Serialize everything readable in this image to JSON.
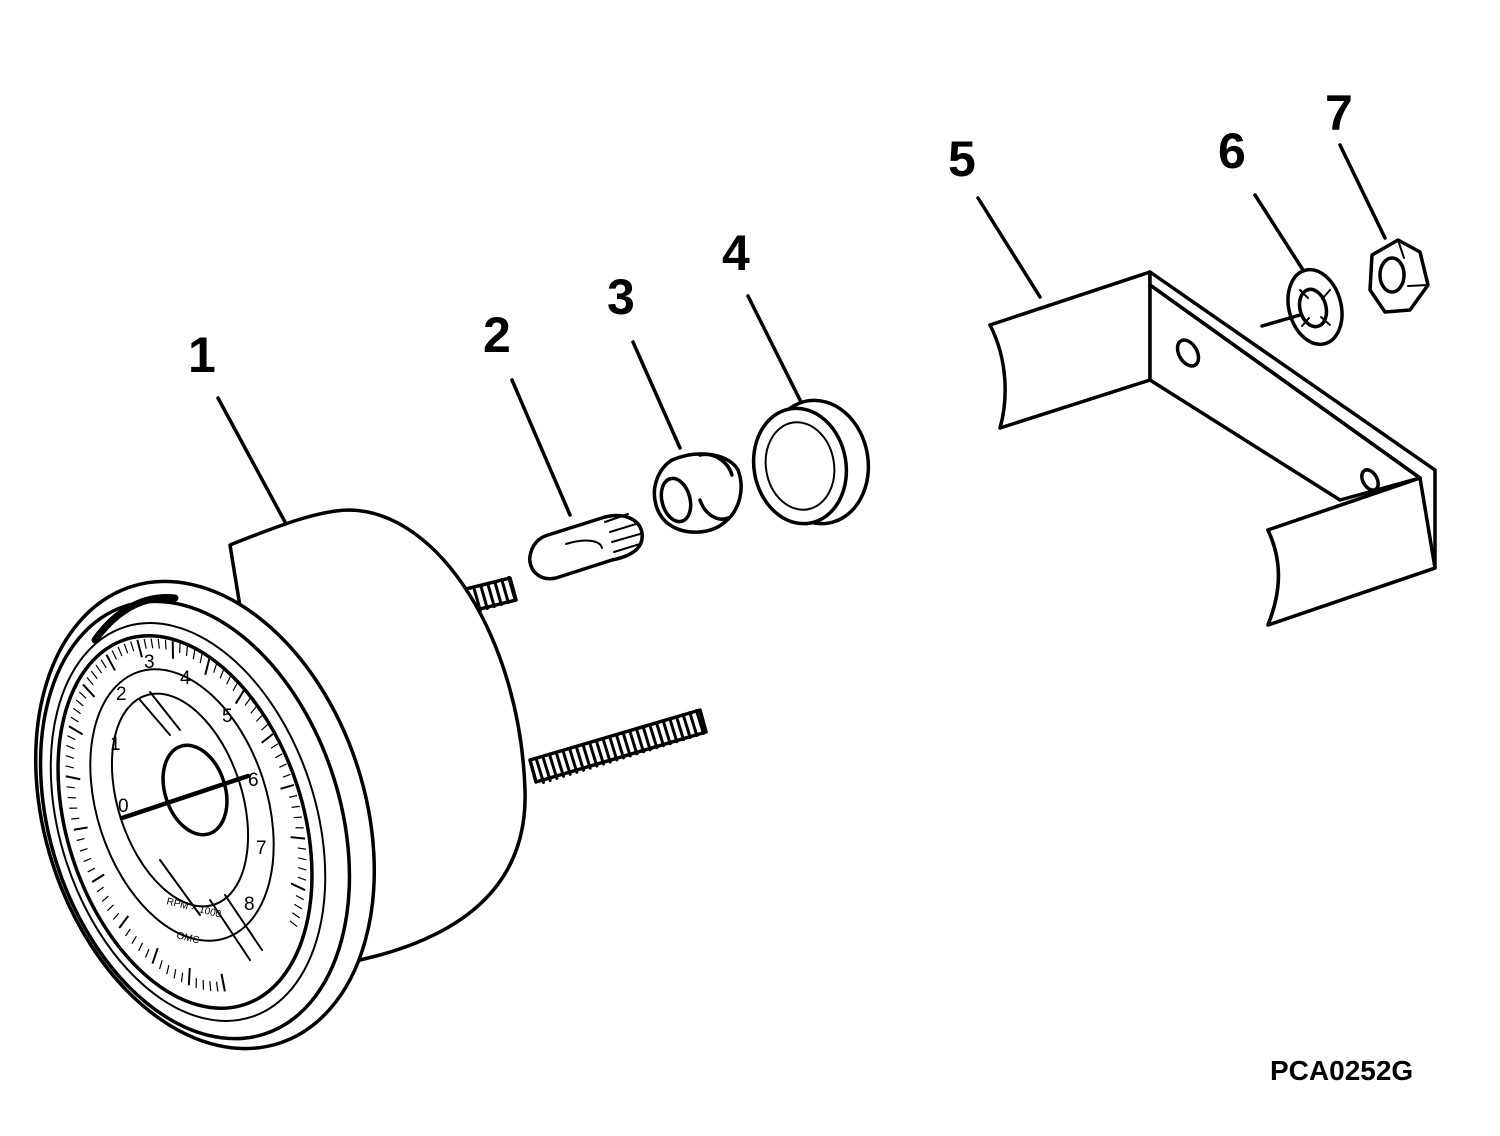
{
  "callouts": [
    {
      "n": "1",
      "part": "tachometer"
    },
    {
      "n": "2",
      "part": "bulb"
    },
    {
      "n": "3",
      "part": "socket"
    },
    {
      "n": "4",
      "part": "grommet"
    },
    {
      "n": "5",
      "part": "bracket"
    },
    {
      "n": "6",
      "part": "lock-washer"
    },
    {
      "n": "7",
      "part": "nut"
    }
  ],
  "dial": {
    "numbers": [
      "0",
      "1",
      "2",
      "3",
      "4",
      "5",
      "6",
      "7",
      "8"
    ],
    "scale_text": "RPM × 1000",
    "brand_text": "OMC"
  },
  "figure_ref": "PCA0252G"
}
